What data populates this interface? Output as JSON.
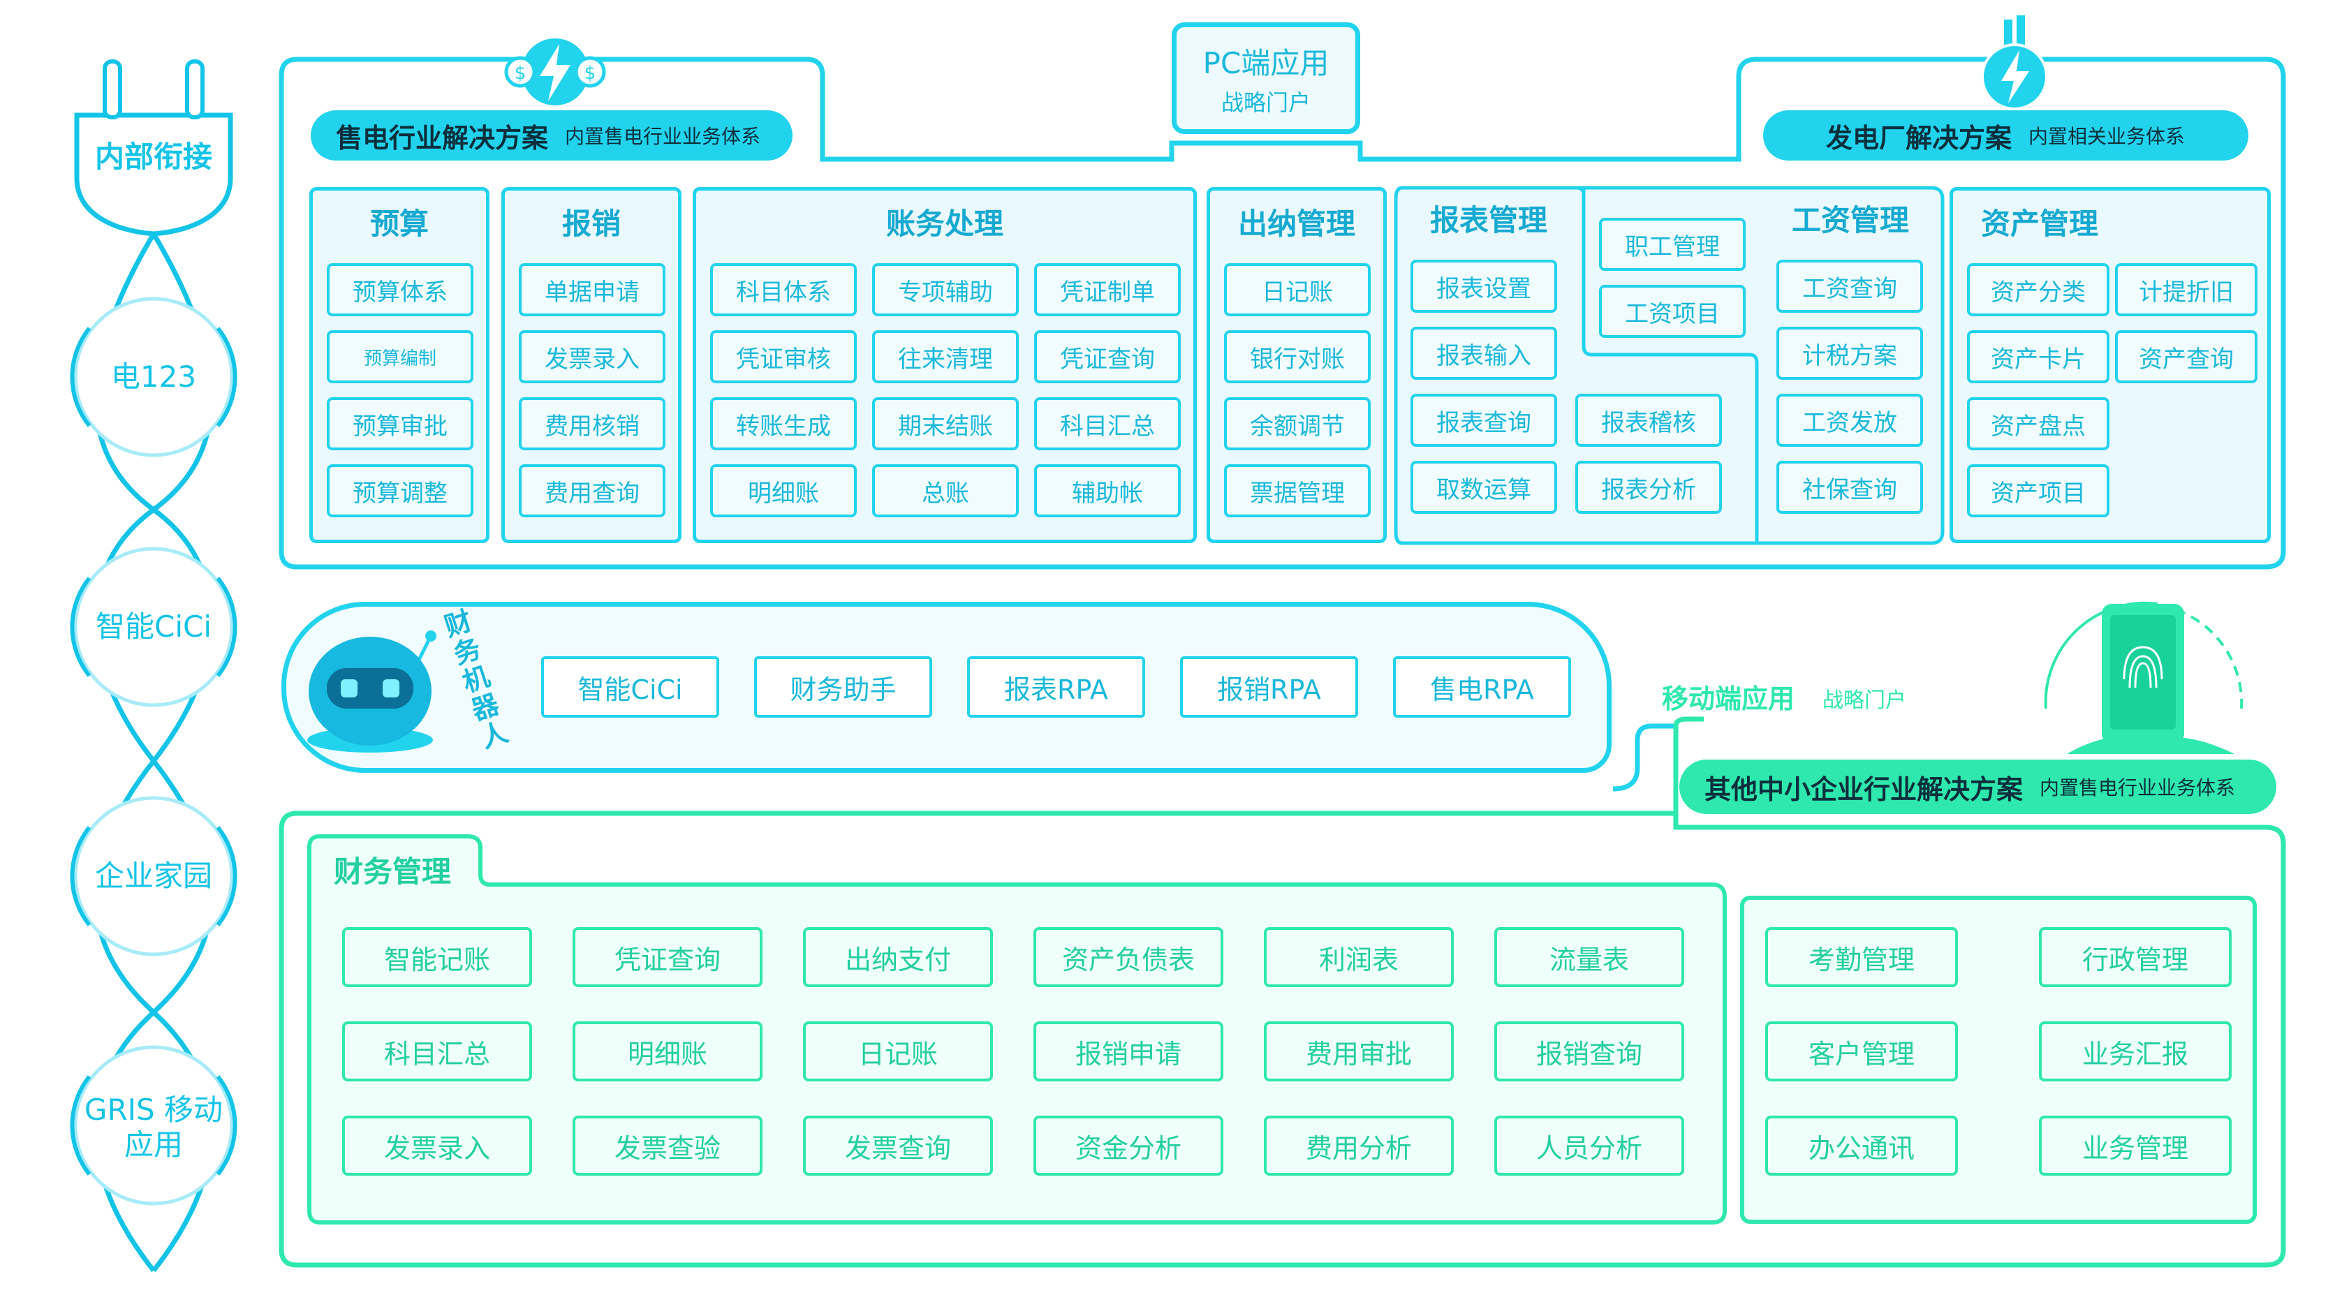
{
  "colors": {
    "cyan": "#22d3ee",
    "cyan_text": "#14c4e8",
    "green": "#2ee8ad",
    "green_text": "#22cfa0",
    "dark_text": "#0b2f3c"
  },
  "left_strip": {
    "plug_label": "内部衔接",
    "nodes": [
      "电123",
      "智能CiCi",
      "企业家园",
      "GRIS 移动应用"
    ]
  },
  "pc_portal": {
    "title": "PC端应用",
    "subtitle": "战略门户"
  },
  "solution_left": {
    "title": "售电行业解决方案",
    "subtitle": "内置售电行业业务体系",
    "icon": "lightning-coin-icon"
  },
  "solution_right": {
    "title": "发电厂解决方案",
    "subtitle": "内置相关业务体系",
    "icon": "power-plant-icon"
  },
  "modules": {
    "budget": {
      "title": "预算",
      "items": [
        "预算体系",
        "预算编制",
        "预算审批",
        "预算调整"
      ]
    },
    "reimburse": {
      "title": "报销",
      "items": [
        "单据申请",
        "发票录入",
        "费用核销",
        "费用查询"
      ]
    },
    "accounting": {
      "title": "账务处理",
      "items": [
        "科目体系",
        "专项辅助",
        "凭证制单",
        "凭证审核",
        "往来清理",
        "凭证查询",
        "转账生成",
        "期末结账",
        "科目汇总",
        "明细账",
        "总账",
        "辅助帐"
      ]
    },
    "cashier": {
      "title": "出纳管理",
      "items": [
        "日记账",
        "银行对账",
        "余额调节",
        "票据管理"
      ]
    },
    "report": {
      "title": "报表管理",
      "items": [
        "报表设置",
        "报表输入",
        "报表查询",
        "报表稽核",
        "取数运算",
        "报表分析"
      ]
    },
    "salary": {
      "title": "工资管理",
      "left_items": [
        "职工管理",
        "工资项目"
      ],
      "items": [
        "工资查询",
        "计税方案",
        "工资发放",
        "社保查询"
      ]
    },
    "assets": {
      "title": "资产管理",
      "items": [
        "资产分类",
        "计提折旧",
        "资产卡片",
        "资产查询",
        "资产盘点",
        "资产项目"
      ]
    }
  },
  "robot": {
    "label": "财务机器人",
    "icon": "robot-icon",
    "items": [
      "智能CiCi",
      "财务助手",
      "报表RPA",
      "报销RPA",
      "售电RPA"
    ]
  },
  "mobile": {
    "title": "移动端应用",
    "subtitle": "战略门户",
    "icon": "phone-fingerprint-icon"
  },
  "solution_other": {
    "title": "其他中小企业行业解决方案",
    "subtitle": "内置售电行业业务体系"
  },
  "finance": {
    "title": "财务管理",
    "items": [
      "智能记账",
      "凭证查询",
      "出纳支付",
      "资产负债表",
      "利润表",
      "流量表",
      "科目汇总",
      "明细账",
      "日记账",
      "报销申请",
      "费用审批",
      "报销查询",
      "发票录入",
      "发票查验",
      "发票查询",
      "资金分析",
      "费用分析",
      "人员分析"
    ]
  },
  "office": {
    "items": [
      "考勤管理",
      "行政管理",
      "客户管理",
      "业务汇报",
      "办公通讯",
      "业务管理"
    ]
  }
}
